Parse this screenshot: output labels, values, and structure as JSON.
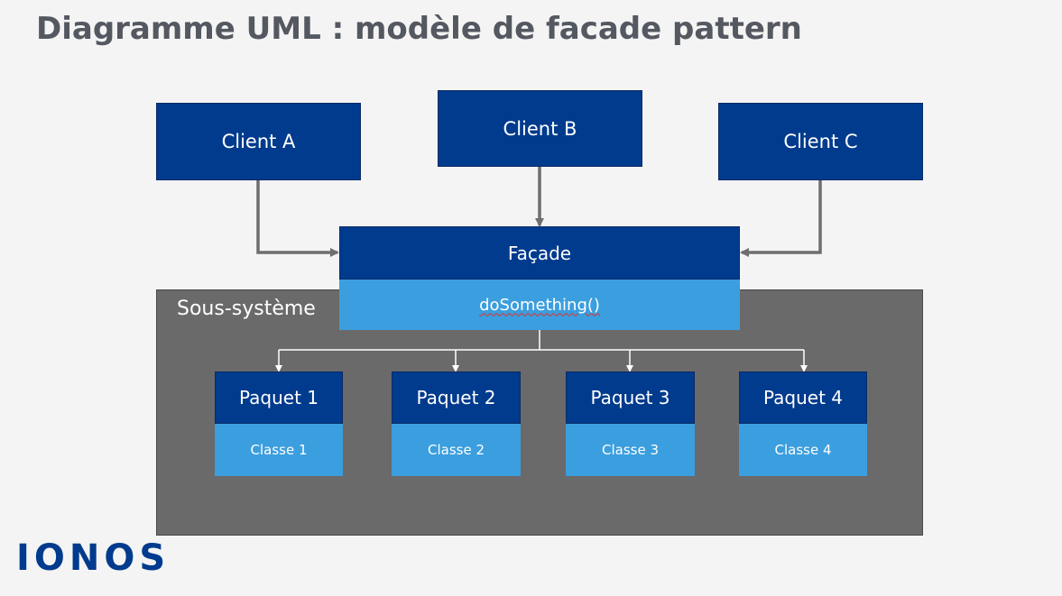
{
  "title": "Diagramme UML : modèle de facade pattern",
  "clients": [
    "Client A",
    "Client B",
    "Client C"
  ],
  "facade": {
    "name": "Façade",
    "method": "doSomething()"
  },
  "subsystem": {
    "label": "Sous-système"
  },
  "packages": [
    {
      "name": "Paquet 1",
      "class": "Classe 1"
    },
    {
      "name": "Paquet 2",
      "class": "Classe 2"
    },
    {
      "name": "Paquet 3",
      "class": "Classe 3"
    },
    {
      "name": "Paquet 4",
      "class": "Classe 4"
    }
  ],
  "logo": "IONOS",
  "colors": {
    "dark_blue": "#003b8d",
    "light_blue": "#3b9ede",
    "subsystem_gray": "#6a6a6a",
    "arrow_gray": "#6e6e6e",
    "title_gray": "#545860"
  }
}
